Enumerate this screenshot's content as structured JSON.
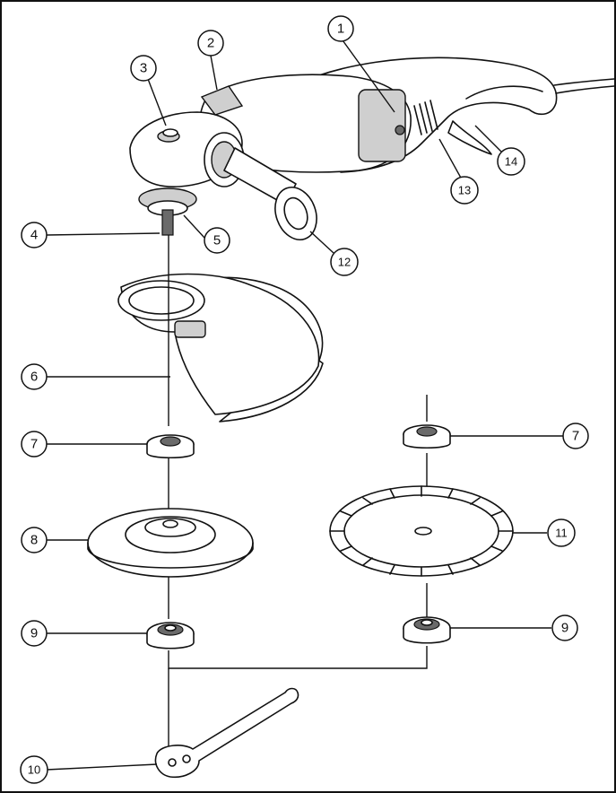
{
  "callouts": [
    {
      "id": "c1",
      "label": "1"
    },
    {
      "id": "c2",
      "label": "2"
    },
    {
      "id": "c3",
      "label": "3"
    },
    {
      "id": "c4",
      "label": "4"
    },
    {
      "id": "c5",
      "label": "5"
    },
    {
      "id": "c6",
      "label": "6"
    },
    {
      "id": "c7a",
      "label": "7"
    },
    {
      "id": "c7b",
      "label": "7"
    },
    {
      "id": "c8",
      "label": "8"
    },
    {
      "id": "c9a",
      "label": "9"
    },
    {
      "id": "c9b",
      "label": "9"
    },
    {
      "id": "c10",
      "label": "10"
    },
    {
      "id": "c11",
      "label": "11"
    },
    {
      "id": "c12",
      "label": "12"
    },
    {
      "id": "c13",
      "label": "13"
    },
    {
      "id": "c14",
      "label": "14"
    }
  ],
  "colors": {
    "ink": "#111111",
    "background": "#ffffff",
    "shade": "#cfcfcf"
  }
}
